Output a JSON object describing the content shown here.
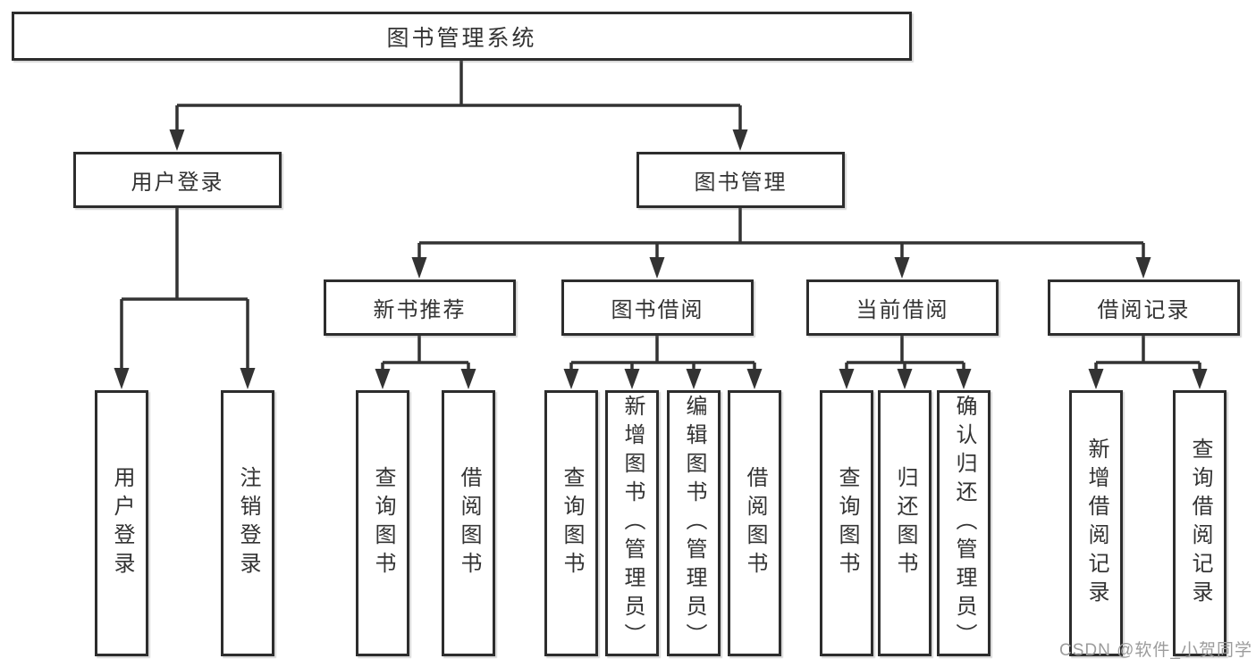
{
  "diagram": {
    "watermark": "CSDN @软件_小贺同学",
    "colors": {
      "line": "#333333",
      "box_border": "#2d2d2d",
      "box_background": "#ffffff",
      "text": "#333333",
      "watermark_text": "#9c9c9c",
      "page_background": "#ffffff"
    },
    "nodes": {
      "root": {
        "label": "图书管理系统"
      },
      "user_login": {
        "label": "用户登录"
      },
      "book_mgmt": {
        "label": "图书管理"
      },
      "new_book_rec": {
        "label": "新书推荐"
      },
      "book_borrow": {
        "label": "图书借阅"
      },
      "current_borrow": {
        "label": "当前借阅"
      },
      "borrow_record": {
        "label": "借阅记录"
      },
      "leaf_user_login": {
        "label": "用户登录"
      },
      "leaf_logout": {
        "label": "注销登录"
      },
      "leaf_query_book_rec": {
        "label": "查询图书"
      },
      "leaf_borrow_book_rec": {
        "label": "借阅图书"
      },
      "leaf_query_book_borrow": {
        "label": "查询图书"
      },
      "leaf_add_book": {
        "label": "新增图书（管理员）"
      },
      "leaf_edit_book": {
        "label": "编辑图书（管理员）"
      },
      "leaf_borrow_book": {
        "label": "借阅图书"
      },
      "leaf_query_book_current": {
        "label": "查询图书"
      },
      "leaf_return_book": {
        "label": "归还图书"
      },
      "leaf_confirm_return": {
        "label": "确认归还（管理员）"
      },
      "leaf_add_borrow_record": {
        "label": "新增借阅记录"
      },
      "leaf_query_borrow_record": {
        "label": "查询借阅记录"
      }
    }
  }
}
